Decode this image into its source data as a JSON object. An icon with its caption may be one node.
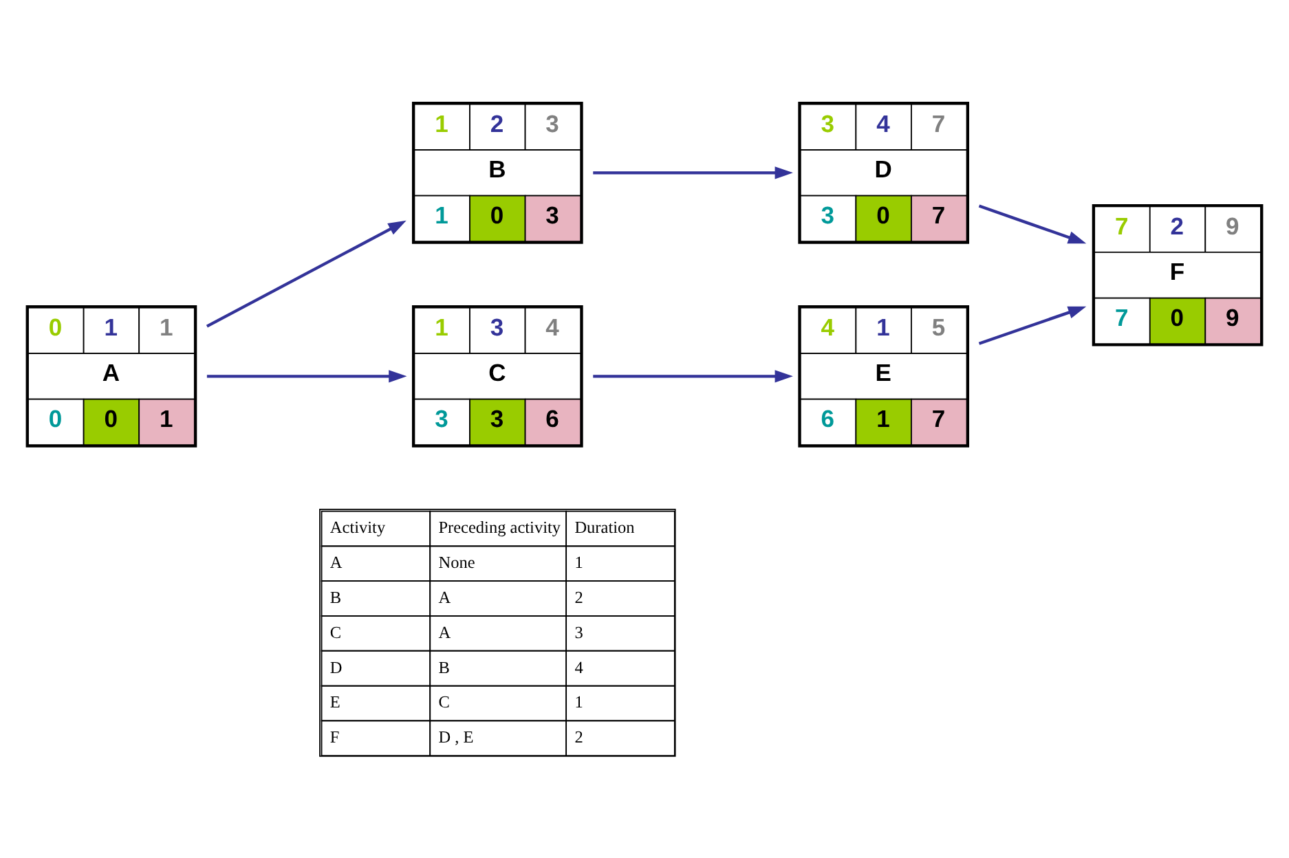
{
  "diagram": {
    "nodes": [
      {
        "text": [
          "0",
          "1",
          "1",
          "A",
          "0",
          "0",
          "1"
        ]
      },
      {
        "text": [
          "1",
          "2",
          "3",
          "B",
          "1",
          "0",
          "3"
        ]
      },
      {
        "text": [
          "1",
          "3",
          "4",
          "C",
          "3",
          "3",
          "6"
        ]
      },
      {
        "text": [
          "3",
          "4",
          "7",
          "D",
          "3",
          "0",
          "7"
        ]
      },
      {
        "text": [
          "4",
          "1",
          "5",
          "E",
          "6",
          "1",
          "7"
        ]
      },
      {
        "text": [
          "7",
          "2",
          "9",
          "F",
          "7",
          "0",
          "9"
        ]
      }
    ],
    "edges": [
      {
        "from": 0,
        "to": 1,
        "arrow": "to"
      },
      {
        "from": 0,
        "to": 2,
        "arrow": "to"
      },
      {
        "from": 1,
        "to": 3,
        "arrow": "to"
      },
      {
        "from": 2,
        "to": 4,
        "arrow": "to"
      },
      {
        "from": 3,
        "to": 5,
        "arrow": "to"
      },
      {
        "from": 4,
        "to": 5,
        "arrow": "to"
      }
    ],
    "labels": [
      "Activity",
      "Preceding activity",
      "Duration",
      "A",
      "None",
      "1",
      "B",
      "A",
      "2",
      "C",
      "A",
      "3",
      "D",
      "B",
      "4",
      "E",
      "C",
      "1",
      "F",
      "D , E",
      "2"
    ]
  }
}
